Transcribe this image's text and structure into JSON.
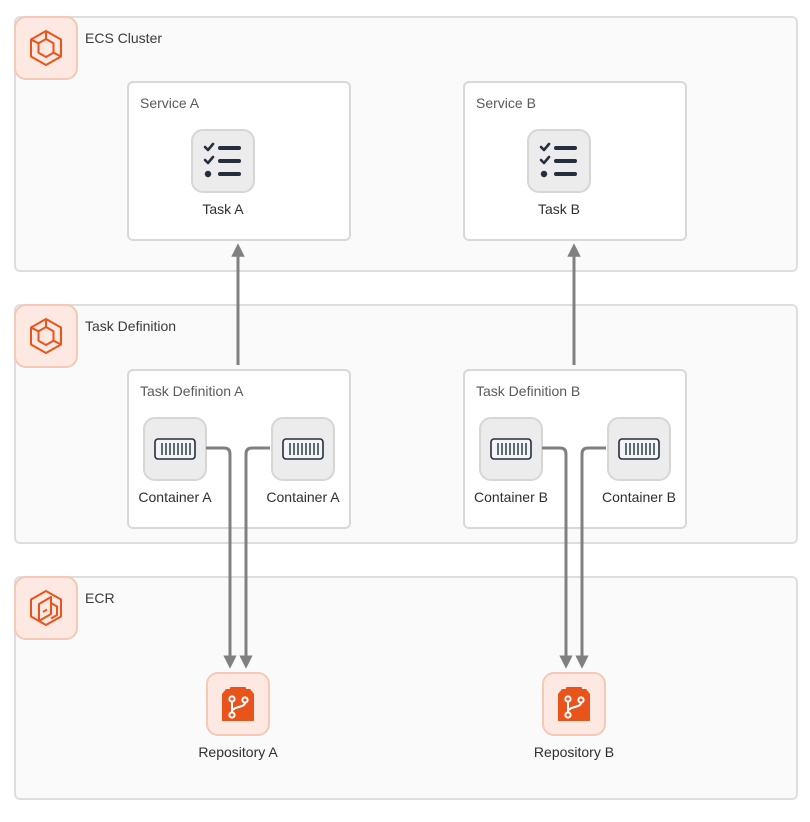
{
  "groups": {
    "cluster": {
      "label": "ECS Cluster"
    },
    "taskdef": {
      "label": "Task Definition"
    },
    "ecr": {
      "label": "ECR"
    }
  },
  "services": {
    "a": {
      "label": "Service A",
      "task": "Task A"
    },
    "b": {
      "label": "Service B",
      "task": "Task B"
    }
  },
  "task_definitions": {
    "a": {
      "label": "Task Definition A",
      "containers": [
        "Container A",
        "Container A"
      ]
    },
    "b": {
      "label": "Task Definition B",
      "containers": [
        "Container B",
        "Container B"
      ]
    }
  },
  "repositories": {
    "a": {
      "label": "Repository A"
    },
    "b": {
      "label": "Repository B"
    }
  },
  "icons": {
    "group": "ecs-icon",
    "ecr": "ecr-icon",
    "task": "checklist-icon",
    "container": "container-icon",
    "repository": "repository-branch-icon"
  },
  "colors": {
    "accent": "#e8541c",
    "accent_bg": "#fde9e1",
    "edge": "#808080",
    "icon_dark": "#232f3e"
  }
}
